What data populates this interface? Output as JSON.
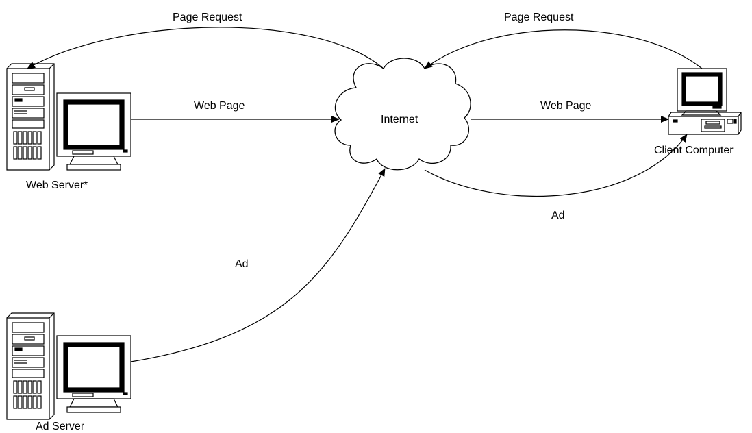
{
  "diagram": {
    "nodes": {
      "web_server": {
        "label": "Web Server*",
        "icon": "server-computer-icon"
      },
      "internet": {
        "label": "Internet",
        "icon": "cloud-icon"
      },
      "client_computer": {
        "label": "Client Computer",
        "icon": "desktop-computer-icon"
      },
      "ad_server": {
        "label": "Ad Server",
        "icon": "server-computer-icon"
      }
    },
    "edges": {
      "request_to_web_server": {
        "label": "Page Request",
        "from": "Internet",
        "to": "Web Server*"
      },
      "web_page_to_internet": {
        "label": "Web Page",
        "from": "Web Server*",
        "to": "Internet"
      },
      "request_from_client": {
        "label": "Page Request",
        "from": "Client Computer",
        "to": "Internet"
      },
      "web_page_to_client": {
        "label": "Web Page",
        "from": "Internet",
        "to": "Client Computer"
      },
      "ad_to_client": {
        "label": "Ad",
        "from": "Internet",
        "to": "Client Computer"
      },
      "ad_to_internet": {
        "label": "Ad",
        "from": "Ad Server",
        "to": "Internet"
      }
    }
  },
  "colors": {
    "stroke": "#000000",
    "background": "#ffffff"
  }
}
